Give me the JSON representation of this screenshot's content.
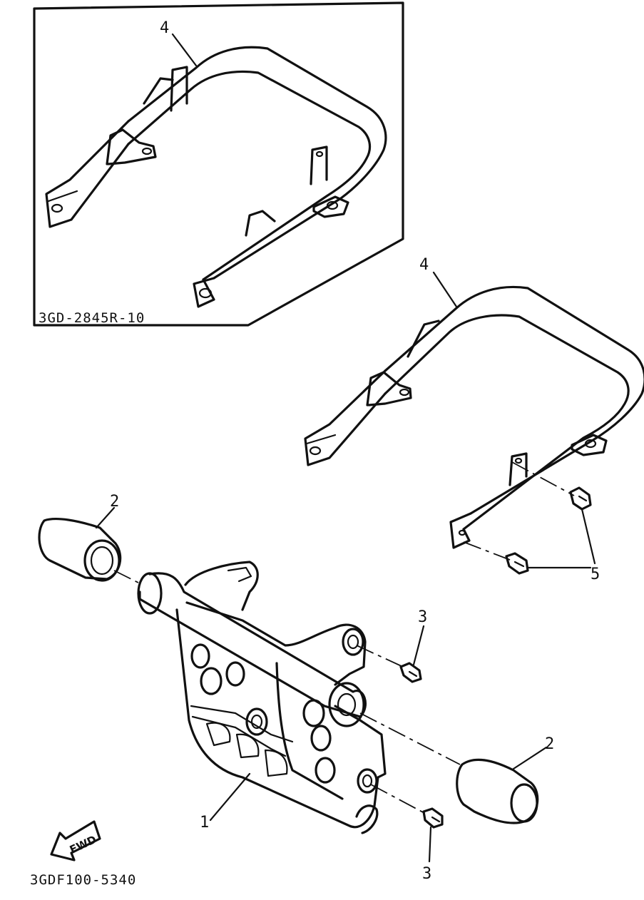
{
  "inset": {
    "code": "3GD-2845R-10",
    "callout": "4"
  },
  "callouts": {
    "grab_bar": "4",
    "end_cap_left": "2",
    "end_cap_right": "2",
    "bolt_upper": "3",
    "bolt_lower": "3",
    "bolts_bar": "5",
    "plate": "1"
  },
  "fwd_label": "FWD",
  "figure_code": "3GDF100-5340"
}
